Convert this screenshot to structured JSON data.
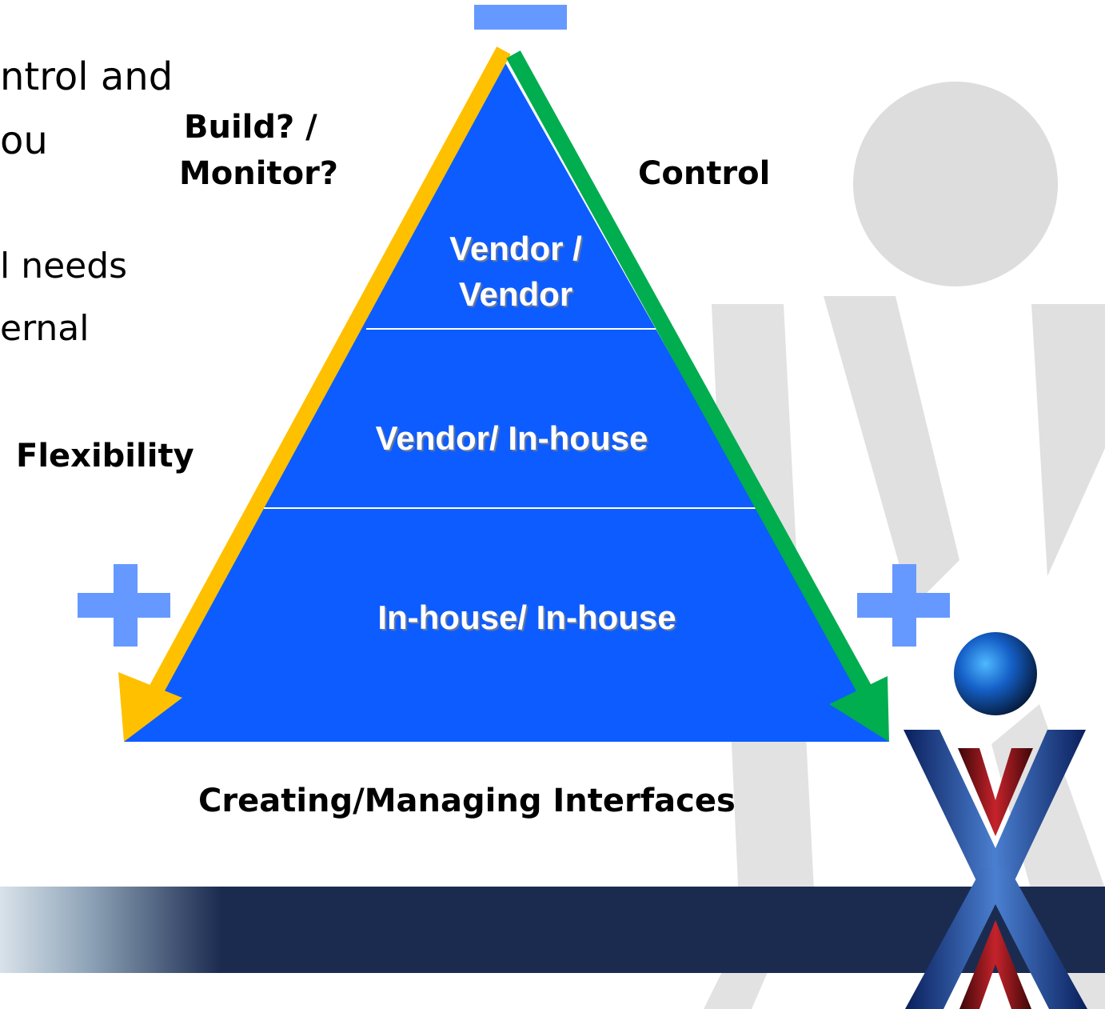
{
  "slide": {
    "body_lines": [
      "ntrol and",
      "ou",
      "l needs",
      "ernal"
    ]
  },
  "diagram": {
    "apex_label": "Build? / Monitor?",
    "apex_label_lines": [
      "Build? /",
      "Monitor?"
    ],
    "left_label": "Flexibility",
    "right_label": "Control",
    "bottom_label": "Creating/Managing Interfaces",
    "tiers": [
      {
        "label_lines": [
          "Vendor /",
          "Vendor"
        ]
      },
      {
        "label_lines": [
          "Vendor/ In-house"
        ]
      },
      {
        "label_lines": [
          "In-house/ In-house"
        ]
      }
    ],
    "symbols": {
      "apex": "minus-icon",
      "left_base": "plus-icon",
      "right_base": "plus-icon"
    },
    "colors": {
      "triangle": "#0d5cff",
      "left_arrow": "#ffc000",
      "right_arrow": "#00ad4f",
      "symbols": "#6699ff",
      "banner": "#1b2b50"
    }
  }
}
